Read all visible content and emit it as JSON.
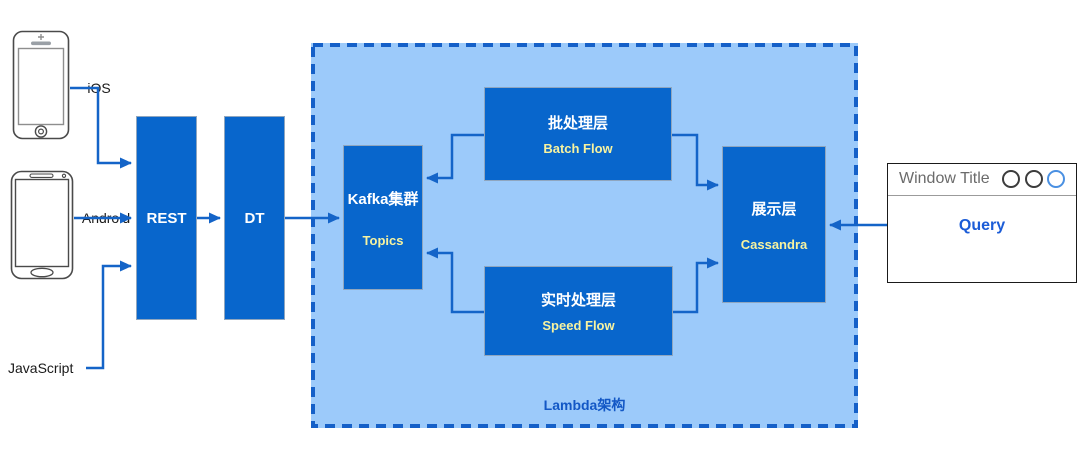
{
  "diagram": {
    "clients": {
      "ios": "iOS",
      "android": "Android",
      "javascript": "JavaScript"
    },
    "nodes": {
      "rest": {
        "title": "REST"
      },
      "dt": {
        "title": "DT"
      },
      "kafka": {
        "title": "Kafka集群",
        "subtitle": "Topics"
      },
      "batch": {
        "title": "批处理层",
        "subtitle": "Batch Flow"
      },
      "speed": {
        "title": "实时处理层",
        "subtitle": "Speed Flow"
      },
      "serving": {
        "title": "展示层",
        "subtitle": "Cassandra"
      }
    },
    "lambda_container": {
      "label": "Lambda架构"
    },
    "query_window": {
      "title": "Window Title",
      "query_label": "Query"
    },
    "colors": {
      "node_fill": "#0866CC",
      "node_border": "#8FA6BF",
      "container_fill": "#9CCAFA",
      "container_border": "#1560C8",
      "connector": "#1464C8",
      "node_title_text": "#FFFFFF",
      "node_subtitle_text": "#F7F3A0",
      "lambda_label_text": "#1257C5",
      "query_text": "#1B5CD7",
      "window_title_text": "#6B6B6B",
      "window_accent_circle": "#4A90E2"
    }
  }
}
